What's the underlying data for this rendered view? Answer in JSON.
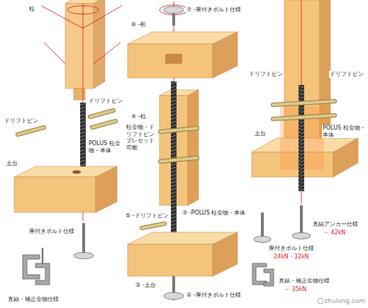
{
  "diagram": {
    "labels": [
      "柱",
      "ドリフトピン",
      "ドリフトピン",
      "POLUS 柱金物 - 本体",
      "土台",
      "座付きボルト仕様",
      "直結・補正金物仕様",
      "⑦ -座付きボルト仕様",
      "⑥ -桁",
      "④ -柱",
      "柱金物・ドリフトピン プレセット可能",
      "③ -POLUS 柱金物 - 本体",
      "⑤ -ドリフトピン",
      "② -土台",
      "① -座付きボルト仕様",
      "ドリフトピン",
      "ドリフトピン",
      "POLUS 柱金物 - 本体",
      "土台",
      "直結アンカー仕様",
      "～ 42kN",
      "座付きボルト仕様",
      "24kN・32kN",
      "直結・補正金物仕様",
      "～ 35kN",
      "zhulong.com"
    ]
  }
}
